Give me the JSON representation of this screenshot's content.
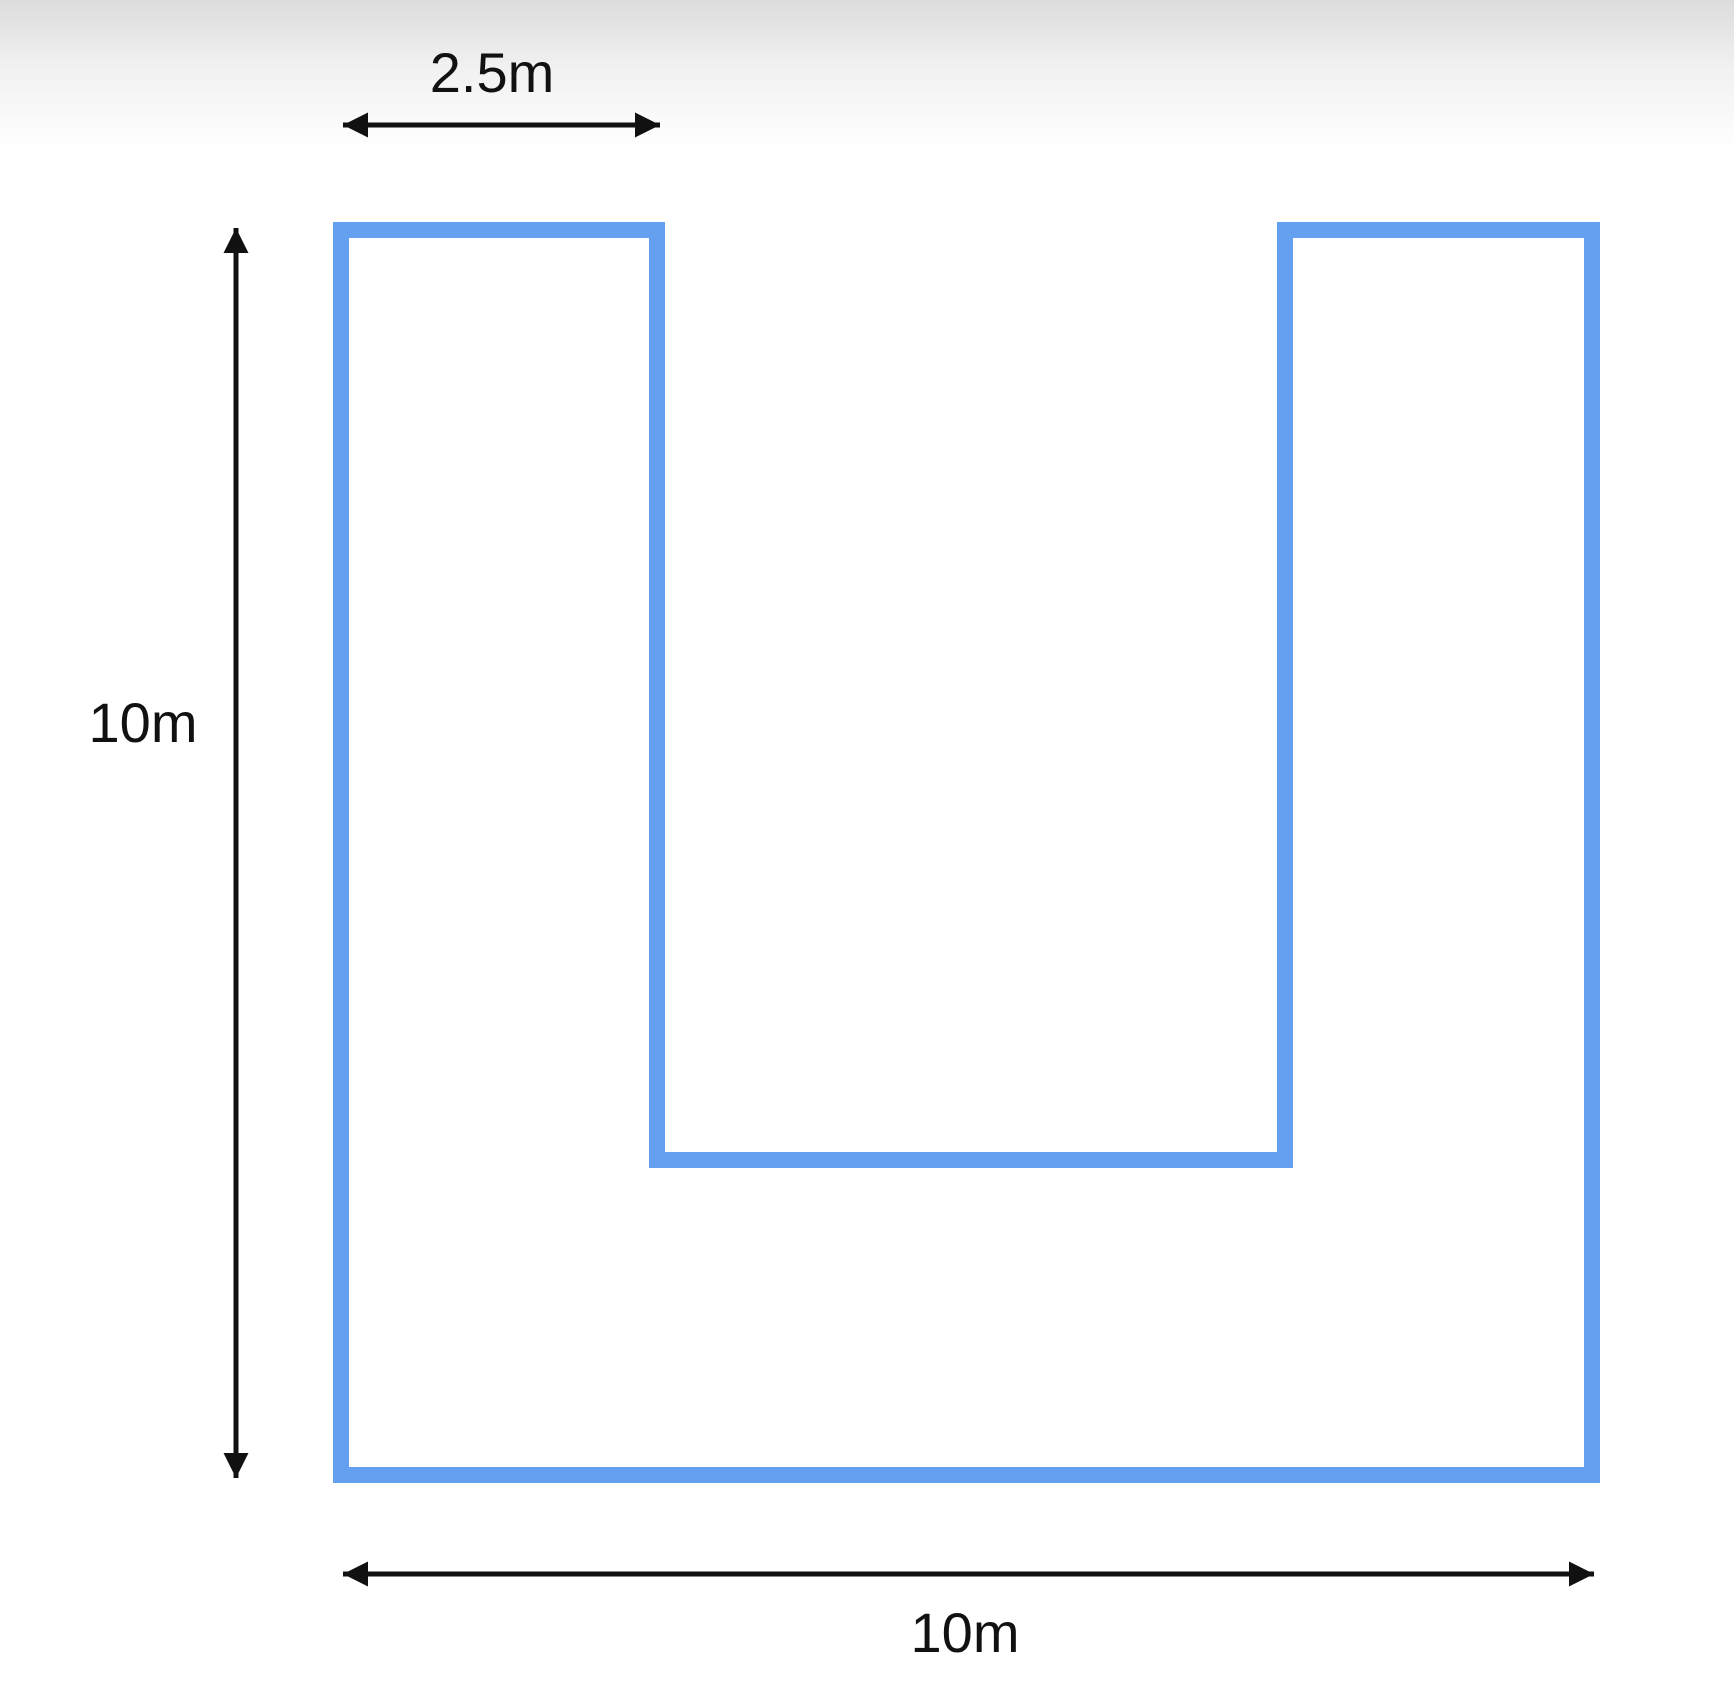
{
  "diagram": {
    "shape": "u-shape-outline",
    "outline_color": "#649ff0",
    "dimension_color": "#111111",
    "dimensions": {
      "top_arm_width": "2.5m",
      "height": "10m",
      "width": "10m"
    }
  }
}
